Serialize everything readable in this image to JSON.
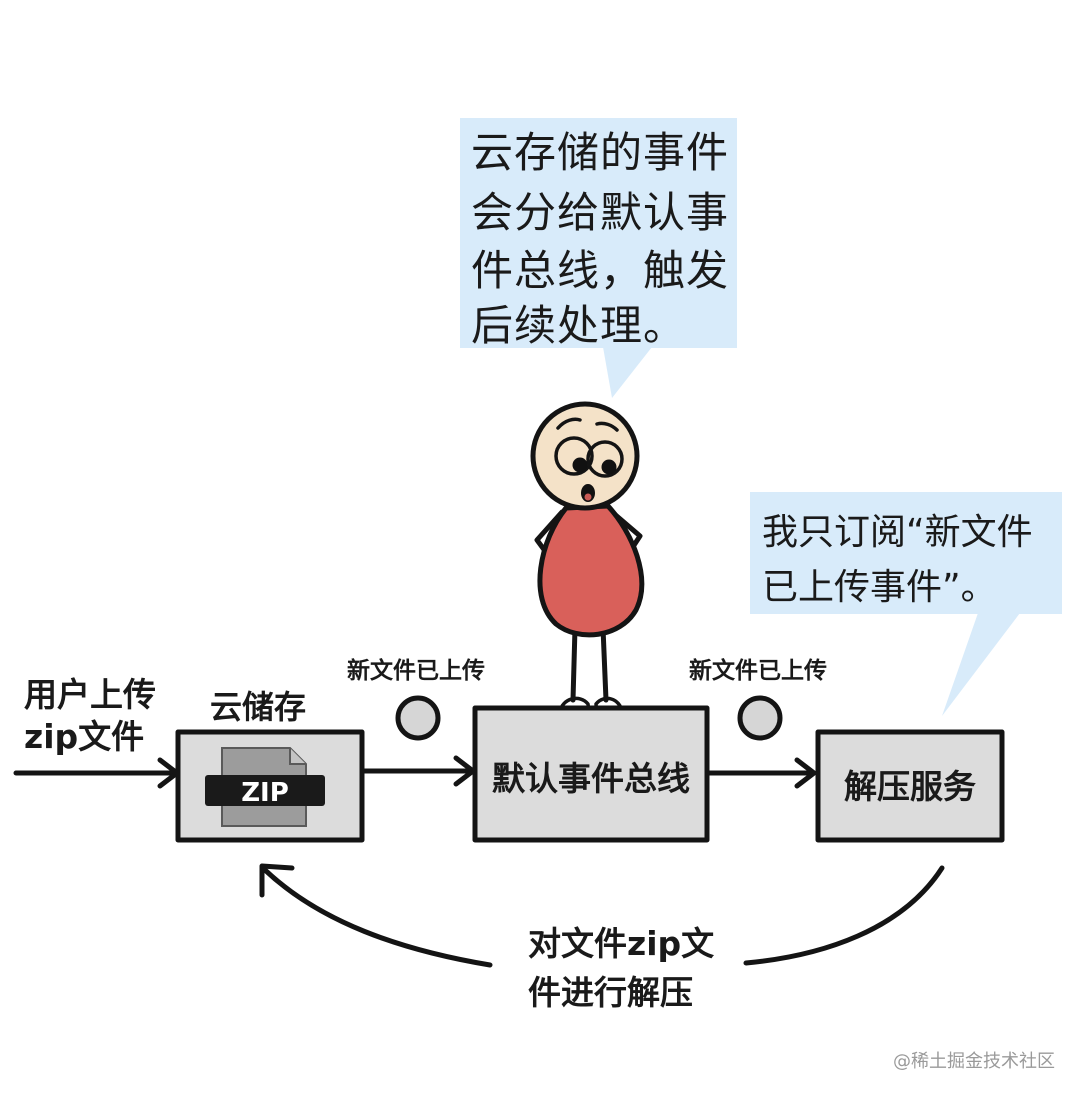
{
  "bubble_top": {
    "lines": [
      "云存储的事件",
      "会分给默认事",
      "件总线，触发",
      "后续处理。"
    ]
  },
  "bubble_right": {
    "lines": [
      "我只订阅“新文件",
      "已上传事件”。"
    ]
  },
  "user_upload": {
    "lines": [
      "用户上传",
      "zip文件"
    ]
  },
  "storage": {
    "label": "云储存",
    "icon": "zip-file-icon",
    "icon_text": "ZIP"
  },
  "event_bus": {
    "label": "默认事件总线"
  },
  "unzip_service": {
    "label": "解压服务"
  },
  "events": [
    {
      "label": "新文件已上传"
    },
    {
      "label": "新文件已上传"
    }
  ],
  "feedback": {
    "lines": [
      "对文件zip文",
      "件进行解压"
    ]
  },
  "watermark": "@稀土掘金技术社区",
  "colors": {
    "bubble": "#d8ebfa",
    "box": "#dcdcdc",
    "event_dot": "#d6d6d6",
    "body": "#d9605a",
    "head": "#f4e2c8",
    "shoe": "#d65852",
    "file": "#9c9c9c",
    "band": "#1a1a1a"
  }
}
